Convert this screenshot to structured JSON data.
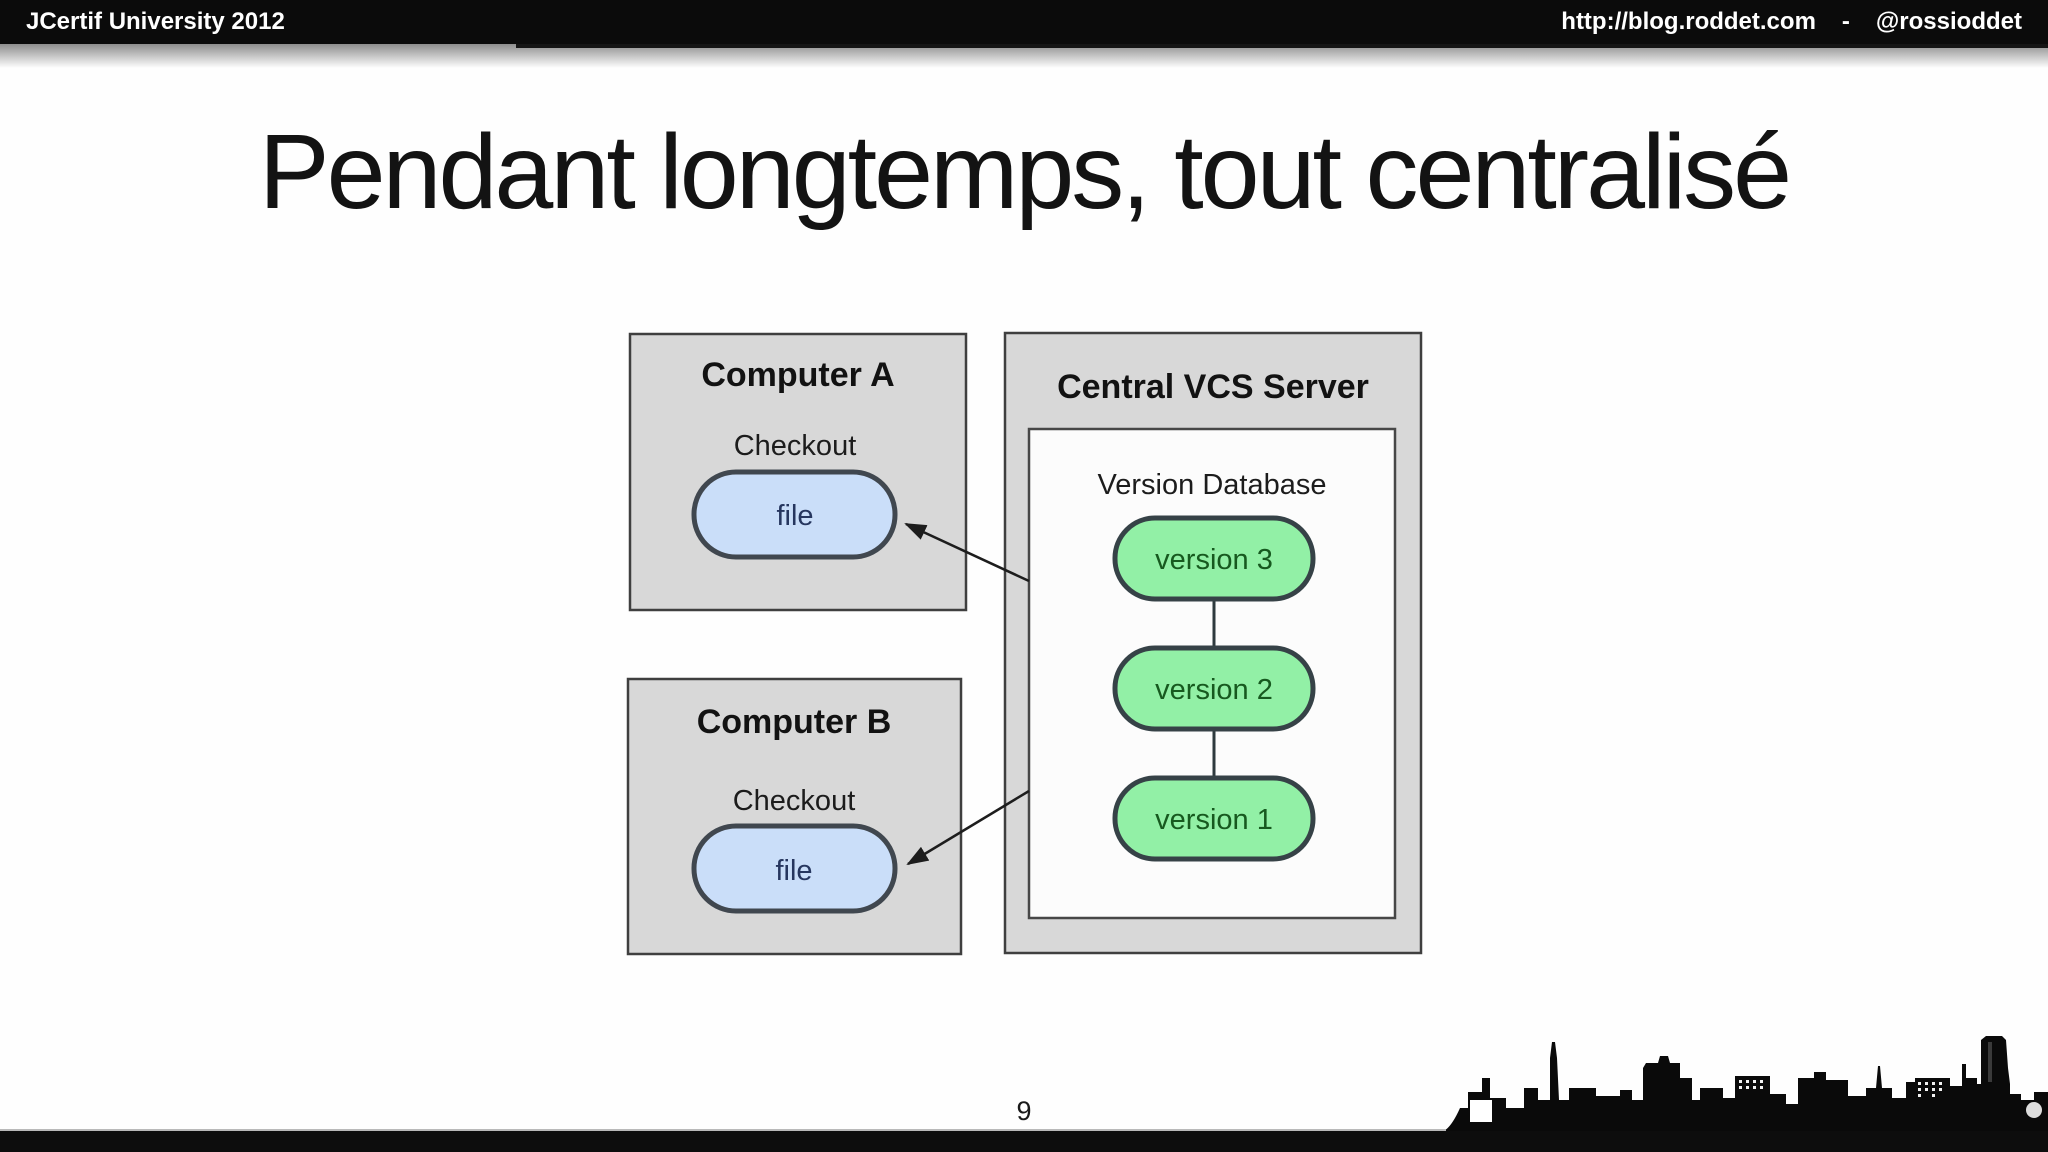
{
  "slide": {
    "header": {
      "left": "JCertif University 2012",
      "right_url": "http://blog.roddet.com",
      "right_sep": "-",
      "right_handle": "@rossioddet"
    },
    "title": "Pendant longtemps, tout centralisé",
    "page_number": "9"
  },
  "diagram": {
    "computer_a": {
      "title": "Computer A",
      "action": "Checkout",
      "node": "file"
    },
    "computer_b": {
      "title": "Computer B",
      "action": "Checkout",
      "node": "file"
    },
    "server": {
      "title": "Central VCS Server",
      "database": "Version Database",
      "versions": [
        "version 3",
        "version 2",
        "version 1"
      ]
    }
  },
  "colors": {
    "bar_black": "#0b0b0b",
    "box_gray_fill": "#d8d8d8",
    "box_border": "#3f3f3f",
    "file_pill_fill": "#cadef9",
    "file_text": "#26365f",
    "version_pill_fill": "#92f0a6",
    "version_text": "#17591f",
    "pill_border": "#40474f"
  }
}
